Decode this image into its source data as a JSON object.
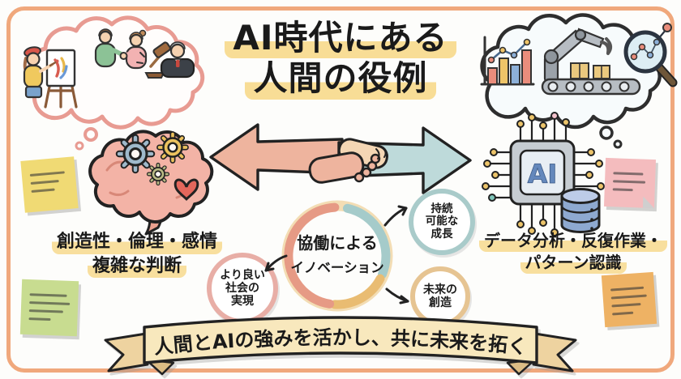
{
  "title": {
    "line1": "AI時代にある",
    "line2": "人間の役例"
  },
  "human_side": {
    "strengths_line1": "創造性・倫理・感情",
    "strengths_line2": "複雑な判断"
  },
  "ai_side": {
    "strengths_line1": "データ分析・反復作業・",
    "strengths_line2": "パターン認識",
    "chip_label": "AI"
  },
  "collaboration": {
    "hub_line1": "協働による",
    "hub_line2": "イノベーション",
    "outcome_sustainable": {
      "line1": "持続",
      "line2": "可能な",
      "line3": "成長"
    },
    "outcome_future": {
      "line1": "未来の",
      "line2": "創造"
    },
    "outcome_society": {
      "line1": "より良い",
      "line2": "社会の",
      "line3": "実現"
    }
  },
  "banner": {
    "message": "人間とAIの強みを活かし、共に未来を拓く"
  },
  "colors": {
    "frame": "#f0a87c",
    "text_highlight": "#f8dd96",
    "human_arrow": "#eeb49e",
    "ai_arrow": "#bedada",
    "ring_outer": "#f3ddb4",
    "ring_salmon": "#e69a85",
    "ring_teal": "#a5cbca",
    "ring_orange": "#e9bc72",
    "bubble_sustain_ring": "#a9cbca",
    "bubble_future_ring": "#e6c492",
    "bubble_society_ring": "#e8aea6",
    "banner_fill": "#f8e8bd",
    "note_yellow": "#f0da74",
    "note_green": "#c8dc90",
    "note_pink": "#f4bcbe",
    "note_orange": "#eeb264",
    "chip_label_color": "#6488bc"
  }
}
